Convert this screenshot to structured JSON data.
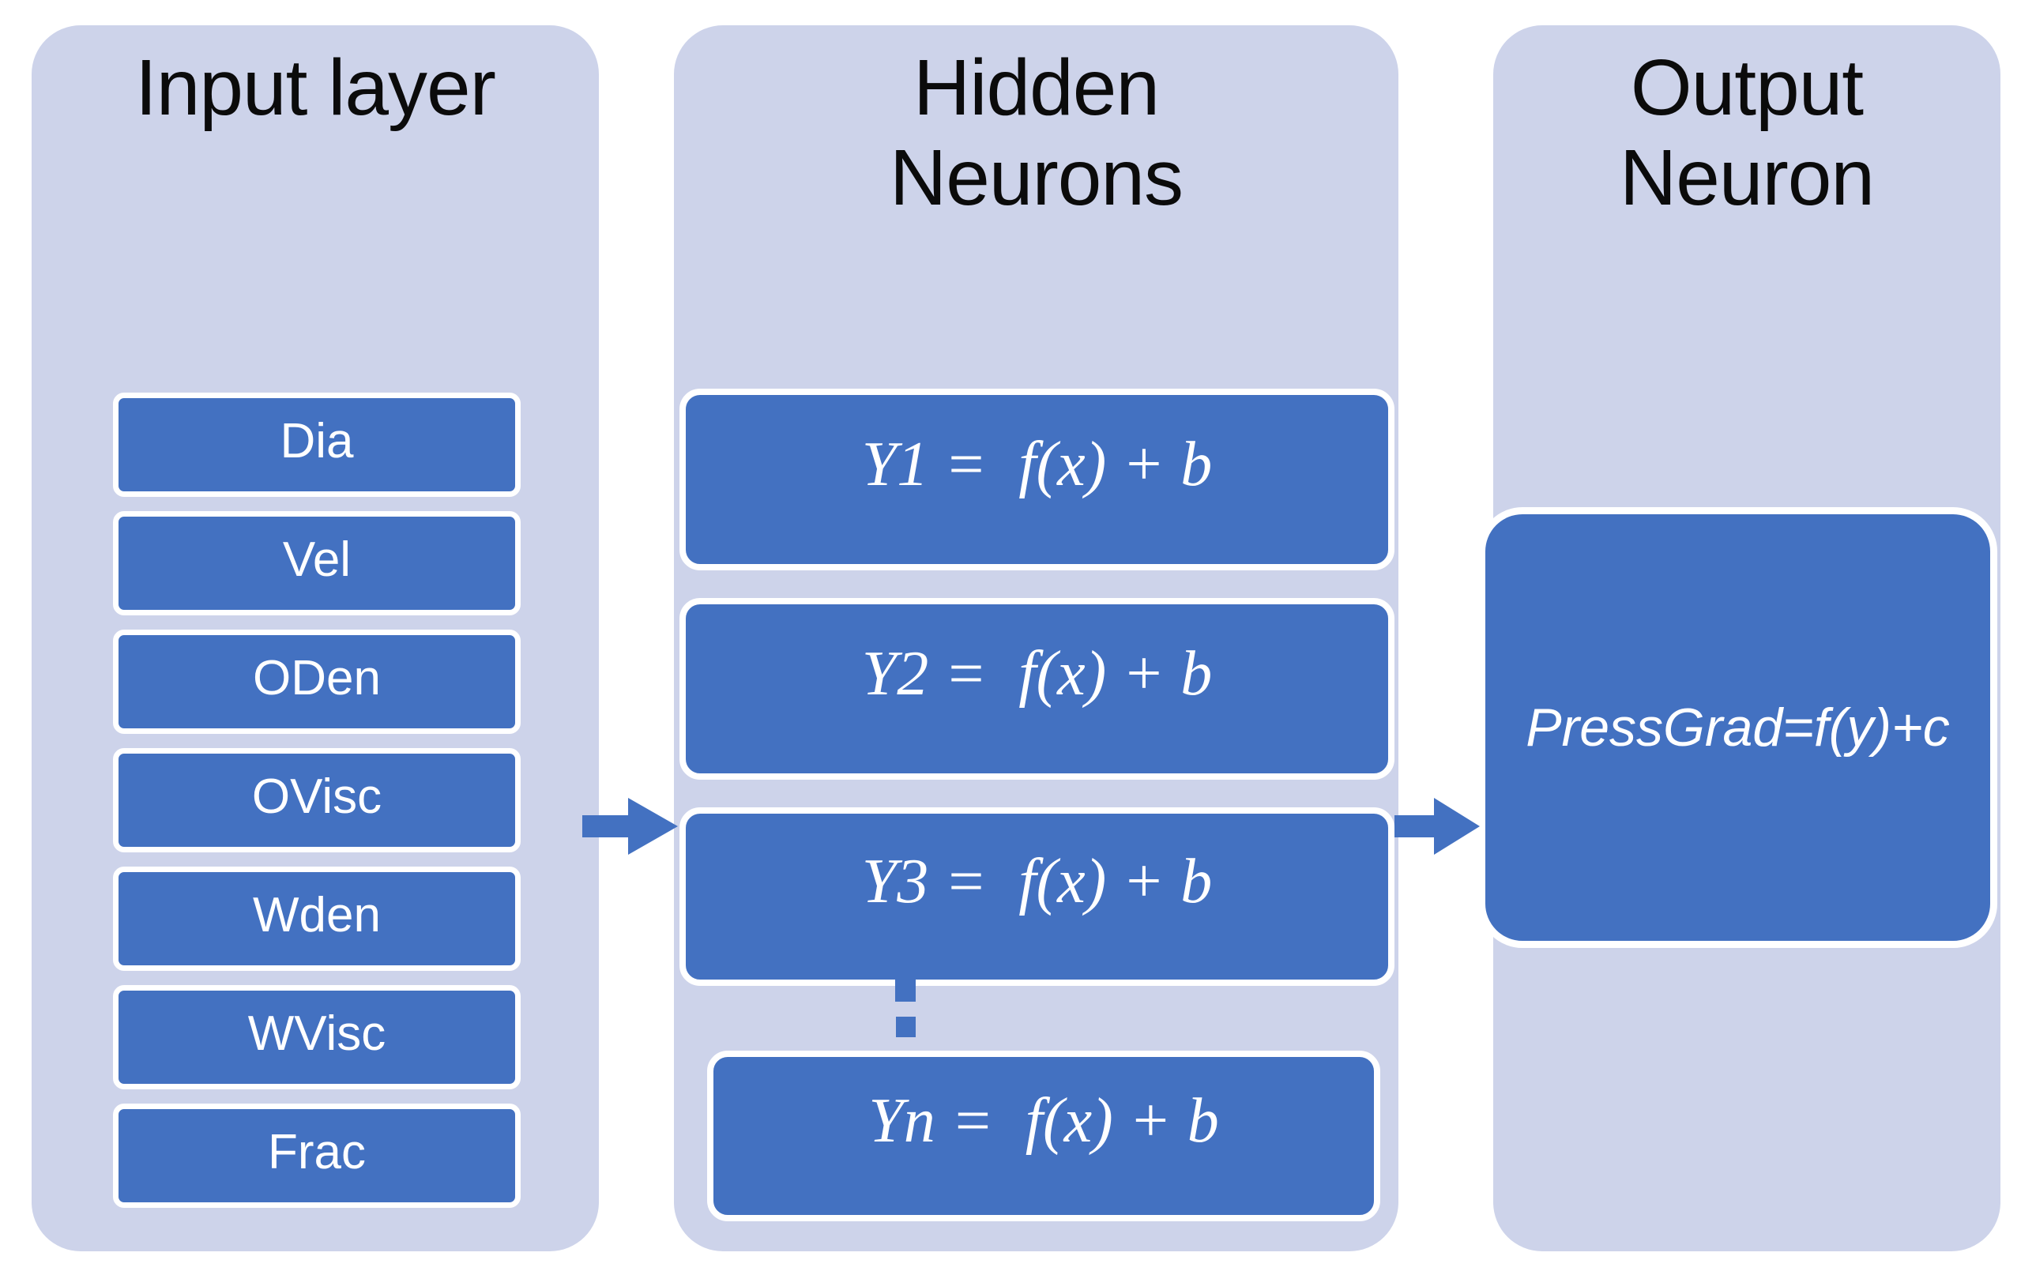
{
  "colors": {
    "node_fill": "#4371c1",
    "panel_fill": "#cdd3ea",
    "node_border": "#ffffff",
    "title_text": "#0b0b0b",
    "node_text": "#ffffff",
    "arrow": "#4371c1",
    "background": "#ffffff"
  },
  "columns": {
    "input": {
      "title": "Input layer",
      "nodes": [
        "Dia",
        "Vel",
        "ODen",
        "OVisc",
        "Wden",
        "WVisc",
        "Frac"
      ]
    },
    "hidden": {
      "title": "Hidden Neurons",
      "nodes": [
        "Y1 =  f(x) + b",
        "Y2 =  f(x) + b",
        "Y3 =  f(x) + b",
        "Yn =  f(x) + b"
      ],
      "ellipsis_icon": "vertical-dots"
    },
    "output": {
      "title": "Output Neuron",
      "nodes": [
        "PressGrad=f(y)+c"
      ]
    }
  },
  "icons": {
    "flow_arrow_1": "right-block-arrow",
    "flow_arrow_2": "right-block-arrow"
  }
}
